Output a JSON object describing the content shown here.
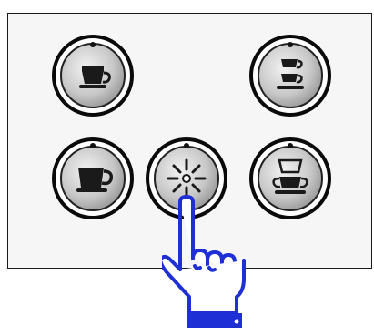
{
  "panel": {
    "buttons": [
      {
        "name": "one-espresso-button",
        "icon": "espresso-cup-icon"
      },
      {
        "name": "two-espressos-button",
        "icon": "double-espresso-icon"
      },
      {
        "name": "one-coffee-button",
        "icon": "coffee-cup-icon"
      },
      {
        "name": "steam-button",
        "icon": "steam-icon"
      },
      {
        "name": "two-coffees-button",
        "icon": "double-coffee-icon"
      }
    ]
  },
  "pointer": {
    "icon": "pointing-hand-icon",
    "color": "#1f2fd6"
  },
  "colors": {
    "button_ring": "#0a0a0a",
    "button_face": "#cfcfcf",
    "border": "#1a1a1a"
  }
}
